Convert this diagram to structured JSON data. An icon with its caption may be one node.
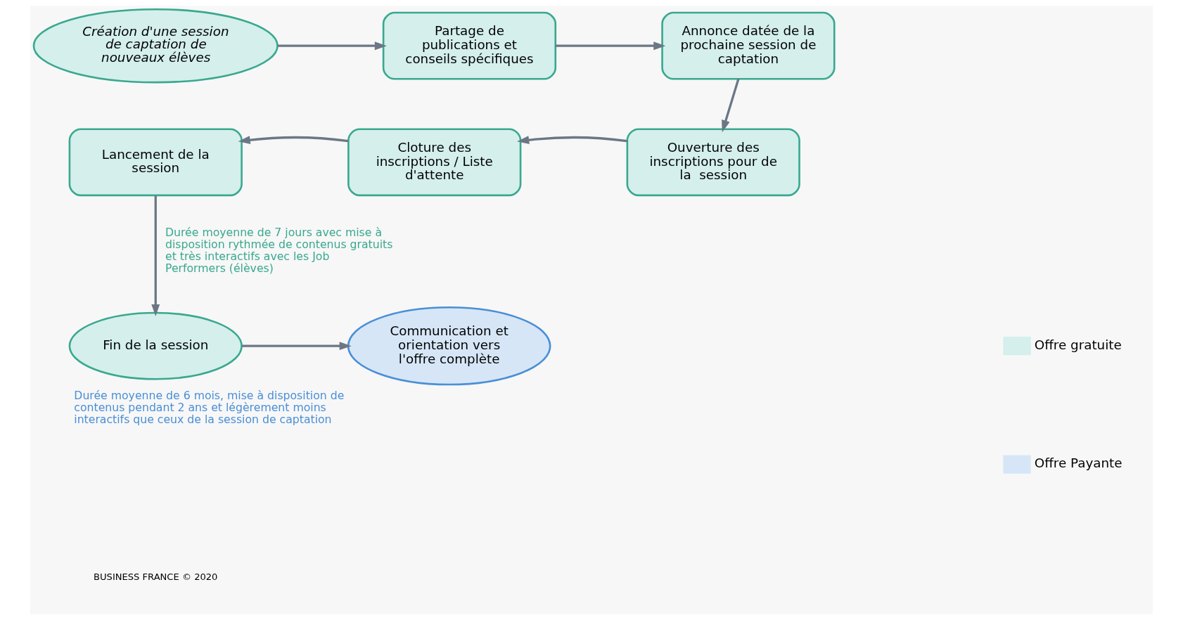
{
  "diagram": {
    "nodes": [
      {
        "text": [
          "Création d'une session de captation de nouveaux élèves"
        ]
      },
      {
        "text": [
          "Partage de publications et conseils spécifiques"
        ]
      },
      {
        "text": [
          "Annonce datée de la prochaine session de captation"
        ]
      },
      {
        "text": [
          "Ouverture des inscriptions pour de la  session"
        ]
      },
      {
        "text": [
          "Cloture des inscriptions / Liste d'attente"
        ]
      },
      {
        "text": [
          "Lancement de la session"
        ]
      },
      {
        "text": [
          "Fin de la session"
        ]
      },
      {
        "text": [
          "Communication et orientation vers l'offre complète"
        ],
        "beside": [
          "Durée moyenne de 6 mois, mise à disposition de contenus pendant 2 ans et légèrement moins interactifs que ceux de la session de captation"
        ]
      }
    ],
    "edges": [
      {
        "from": 0,
        "to": 1,
        "arrow": "to"
      },
      {
        "from": 1,
        "to": 2,
        "arrow": "to"
      },
      {
        "from": 2,
        "to": 3,
        "arrow": "to"
      },
      {
        "from": 3,
        "to": 4,
        "arrow": "to"
      },
      {
        "from": 4,
        "to": 5,
        "arrow": "to"
      },
      {
        "from": 5,
        "to": 6,
        "arrow": "to",
        "label": "Durée moyenne de 7 jours avec mise à disposition rythmée de contenus gratuits et très interactifs avec les Job Performers (élèves)"
      },
      {
        "from": 6,
        "to": 7,
        "arrow": "to"
      }
    ],
    "labels": [
      "BUSINESS FRANCE © 2020"
    ],
    "legend": [
      {
        "text": "Offre gratuite",
        "color": "#d4efec"
      },
      {
        "text": "Offre Payante",
        "color": "#d6e6f7"
      }
    ]
  }
}
